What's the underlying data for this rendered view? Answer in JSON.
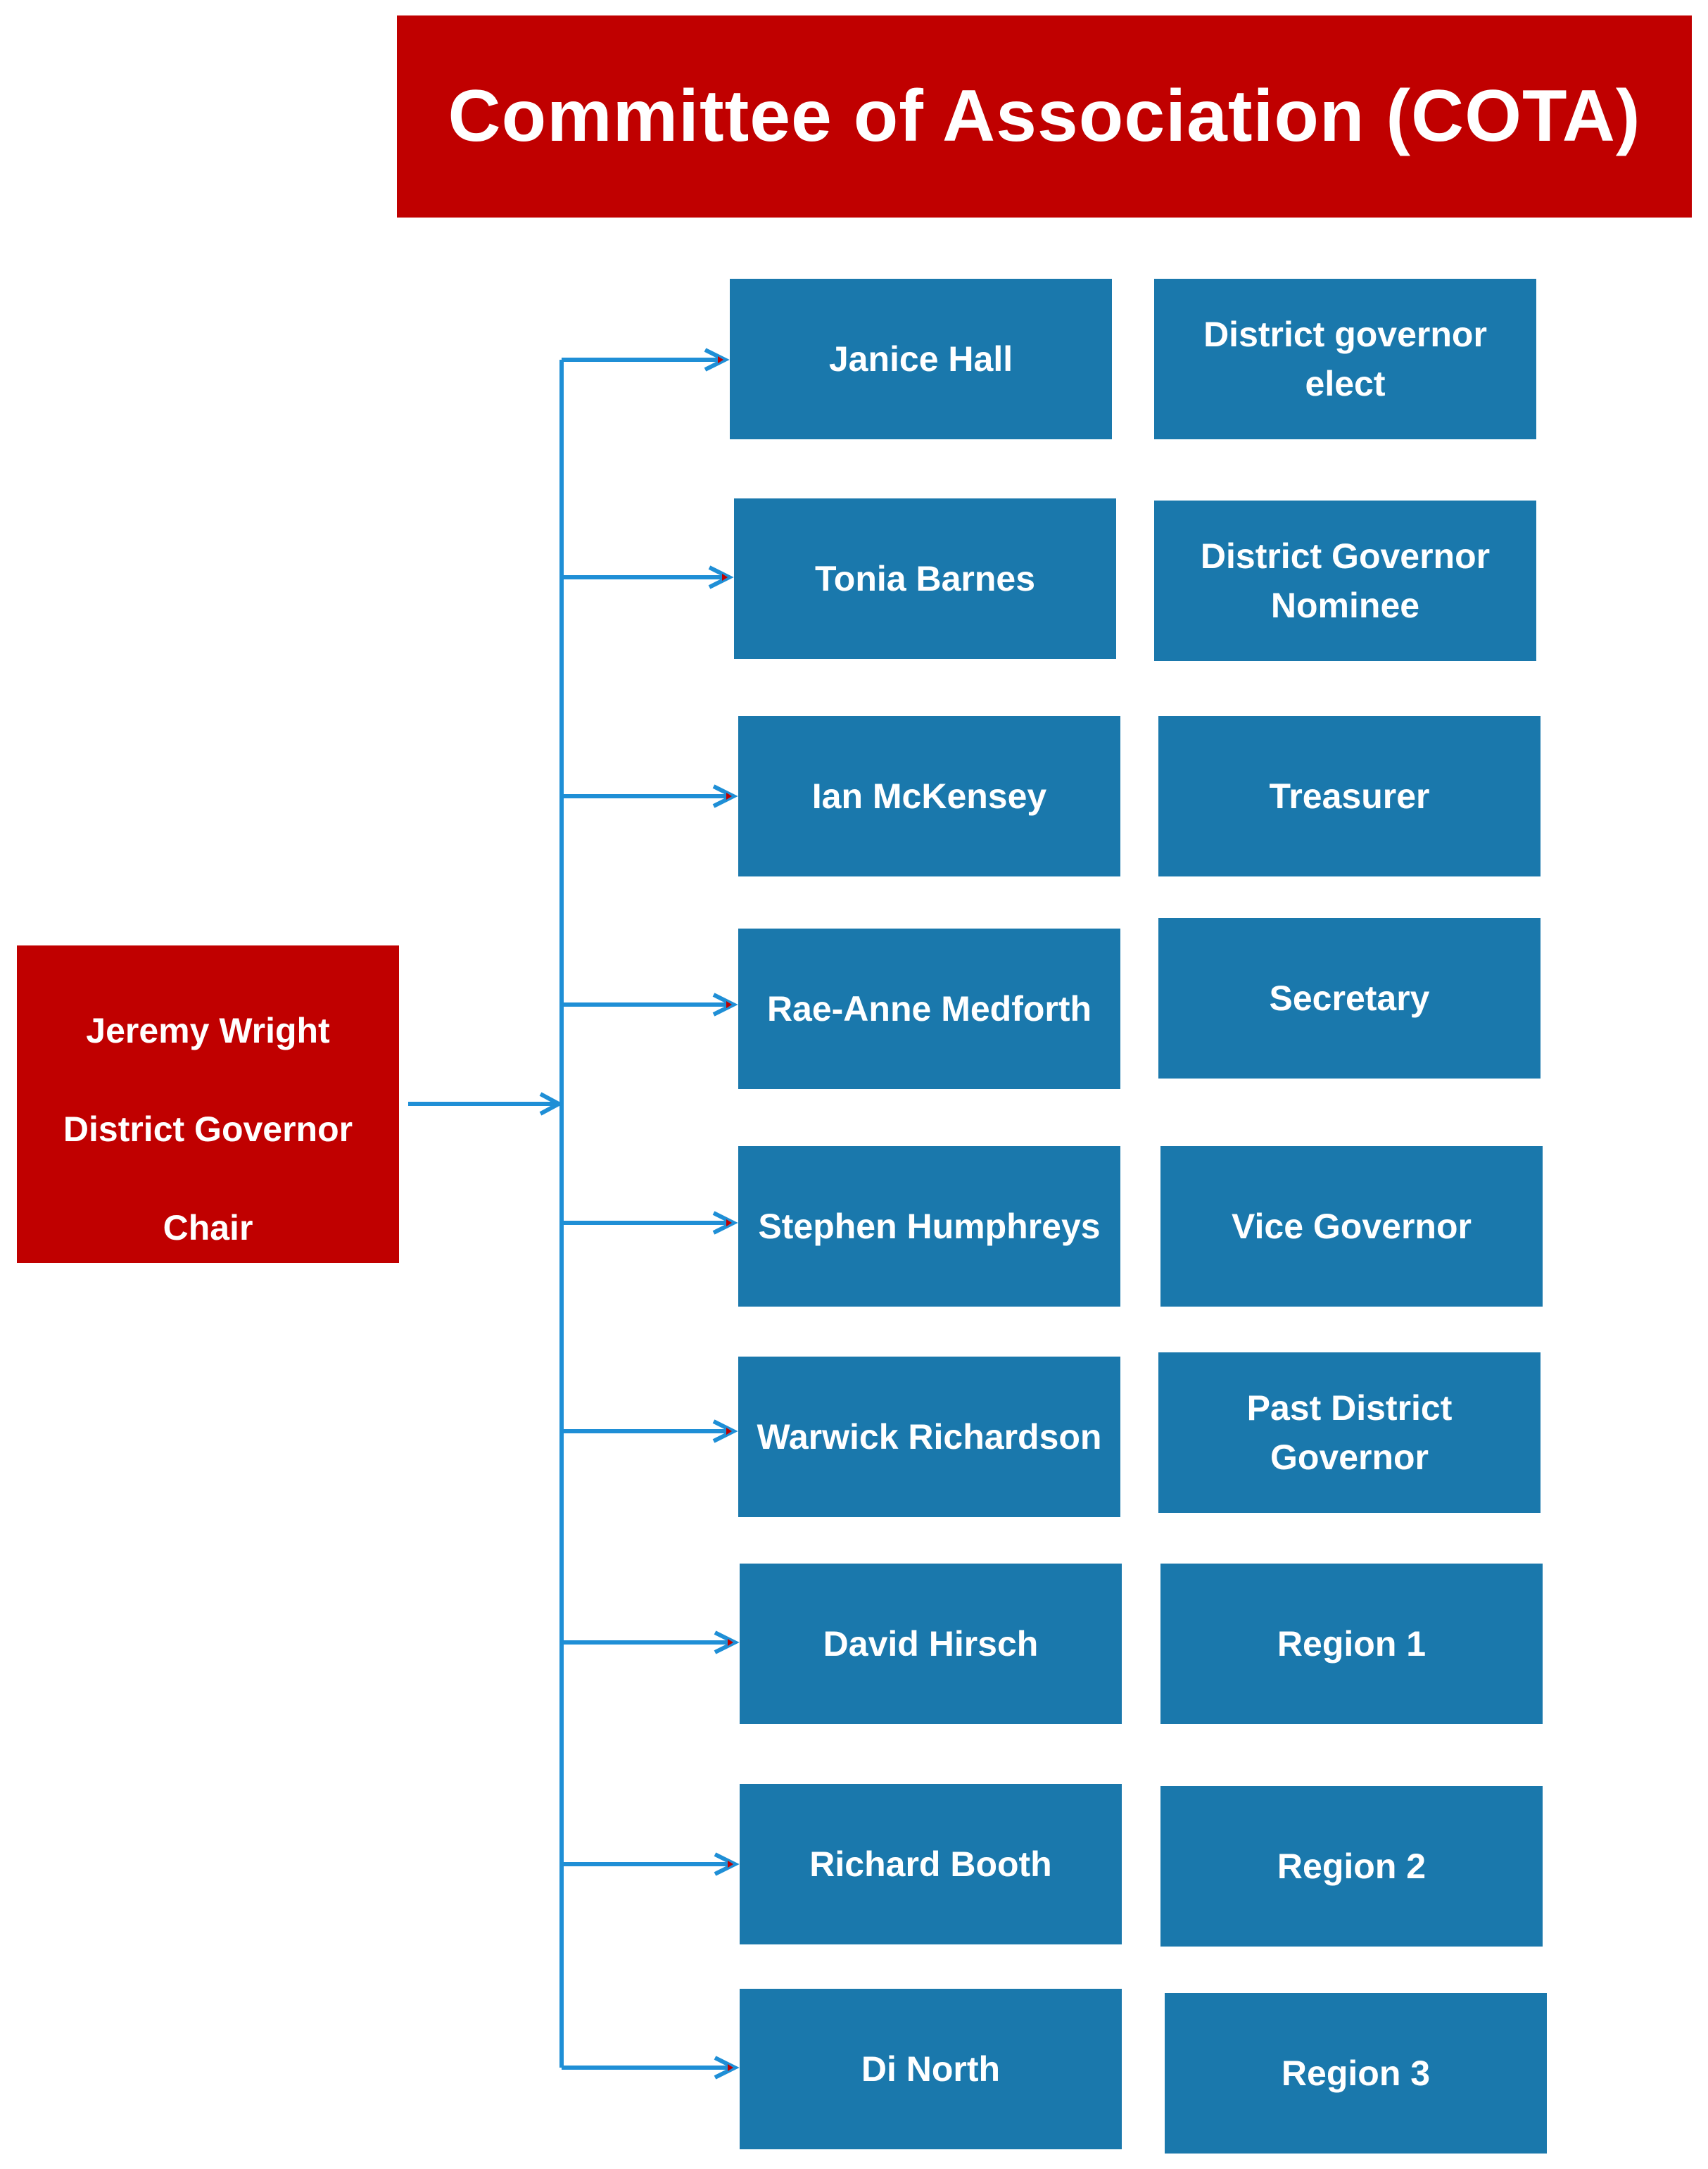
{
  "title": "Committee of Association (COTA)",
  "chair": {
    "lines": [
      "Jeremy Wright",
      "District Governor",
      "Chair"
    ]
  },
  "members": [
    {
      "name": "Janice Hall",
      "role": "District governor elect"
    },
    {
      "name": "Tonia Barnes",
      "role": "District Governor Nominee"
    },
    {
      "name": "Ian McKensey",
      "role": "Treasurer"
    },
    {
      "name": "Rae-Anne Medforth",
      "role": "Secretary"
    },
    {
      "name": "Stephen Humphreys",
      "role": "Vice Governor"
    },
    {
      "name": "Warwick Richardson",
      "role": "Past District Governor"
    },
    {
      "name": "David Hirsch",
      "role": "Region 1"
    },
    {
      "name": "Richard Booth",
      "role": "Region 2"
    },
    {
      "name": "Di North",
      "role": "Region 3"
    }
  ],
  "colors": {
    "banner": "#c00000",
    "chair_box": "#c00000",
    "member_box": "#1a78ac",
    "connector": "#1f8fd6",
    "arrow_tip": "#c00000",
    "text": "#ffffff"
  }
}
